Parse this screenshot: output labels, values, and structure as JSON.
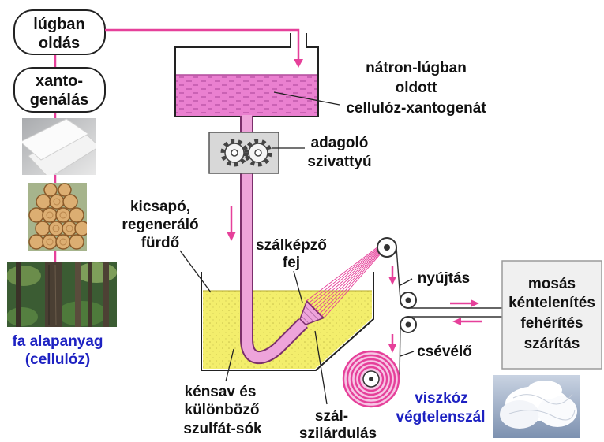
{
  "process_steps": {
    "dissolving": {
      "line1": "lúgban",
      "line2": "oldás"
    },
    "xanthation": {
      "line1": "xanto-",
      "line2": "genálás"
    }
  },
  "raw_material": {
    "line1": "fa alapanyag",
    "line2": "(cellulóz)"
  },
  "tank_label": {
    "line1": "nátron-lúgban",
    "line2": "oldott",
    "line3": "cellulóz-xantogenát"
  },
  "pump_label": {
    "line1": "adagoló",
    "line2": "szivattyú"
  },
  "bath_label": {
    "line1": "kicsapó,",
    "line2": "regeneráló",
    "line3": "fürdő"
  },
  "spinneret_label": {
    "line1": "szálképző",
    "line2": "fej"
  },
  "stretching_label": "nyújtás",
  "winding_label": "csévélő",
  "post_treatment": {
    "line1": "mosás",
    "line2": "kéntelenítés",
    "line3": "fehérítés",
    "line4": "szárítás"
  },
  "product_label": {
    "line1": "viszkóz",
    "line2": "végtelenszál"
  },
  "bath_contents_label": {
    "line1": "kénsav és",
    "line2": "különböző",
    "line3": "szulfát-sók"
  },
  "solidification_label": {
    "line1": "szál-",
    "line2": "szilárdulás"
  },
  "icons": {
    "cellulose_sheets": "paper-sheets-photo",
    "logs": "wood-logs-photo",
    "forest": "forest-photo",
    "fiber": "viscose-fiber-photo",
    "pump": "gear-pump-icon"
  },
  "colors": {
    "arrow": "#e6409a",
    "pipe": "#eea4da",
    "pipe_outline": "#7b2f6b",
    "liquid": "#ea80d0",
    "bath": "#f3ee6c",
    "label_blue": "#1e22c2",
    "treatment_box": "#f0f0f0"
  }
}
